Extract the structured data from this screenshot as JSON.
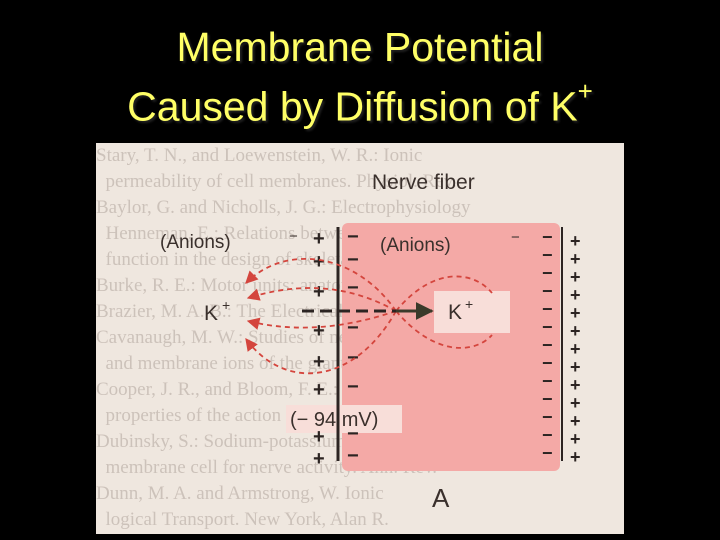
{
  "title": {
    "line1": "Membrane Potential",
    "line2": "Caused by Diffusion of K",
    "superscript": "+"
  },
  "figure": {
    "nerve_fiber_label": "Nerve fiber",
    "anions_outside": "(Anions)",
    "anions_outside_sign": "−",
    "anions_inside": "(Anions)",
    "anions_inside_sign": "−",
    "k_outside": "K",
    "k_inside": "K",
    "k_charge": "+",
    "voltage": "(− 94 mV)",
    "panel_label": "A",
    "colors": {
      "fiber_fill": "#f4a9a6",
      "arrow": "#d4453d",
      "membrane_ink": "#2c2422",
      "title_yellow": "#ffff66"
    }
  },
  "background_text_lines": [
    "Stary, T. N., and Loewenstein, W. R.: Ionic",
    "  permeability of cell membranes. Physiol. Rev.",
    "Baylor, G. and Nicholls, J. G.: Electrophysiology",
    "  Henneman, E.: Relations between structure and",
    "  function in the design of skeletal muscles.",
    "Burke, R. E.: Motor units: anatomy, physiology.",
    "Brazier, M. A. B.: The Electrical Activity of",
    "Cavanaugh, M. W.: Studies of nerve fibers.",
    "  and membrane ions of the giant axon.",
    "Cooper, J. R., and Bloom, F. E.: Biochemical",
    "  properties of the action potential.",
    "Dubinsky, S.: Sodium-potassium pump exchanges.",
    "  membrane cell for nerve activity. Ann. Rev.",
    "Dunn, M. A. and Armstrong, W. Ionic",
    "  logical Transport. New York, Alan R."
  ]
}
